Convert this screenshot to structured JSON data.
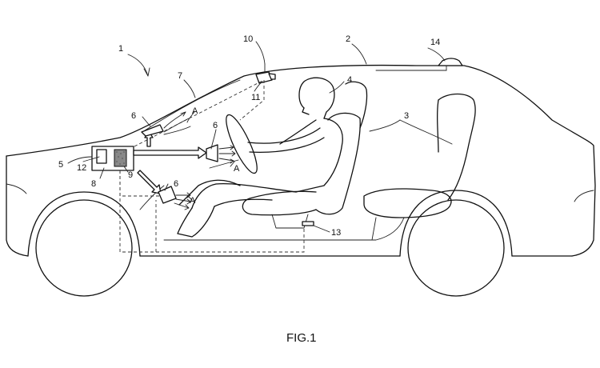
{
  "figure": {
    "caption": "FIG.1"
  },
  "labels": {
    "ref_1": "1",
    "ref_2": "2",
    "ref_3": "3",
    "ref_4": "4",
    "ref_5": "5",
    "ref_6_windshield": "6",
    "ref_6_dash": "6",
    "ref_6_foot": "6",
    "ref_7": "7",
    "ref_8": "8",
    "ref_9": "9",
    "ref_10": "10",
    "ref_11": "11",
    "ref_12": "12",
    "ref_13": "13",
    "ref_14": "14",
    "airflow_a_windshield": "A",
    "airflow_a_dash": "A",
    "airflow_a_foot": "A"
  }
}
